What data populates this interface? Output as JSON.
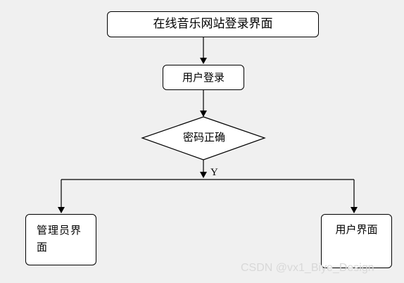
{
  "diagram": {
    "title_node": "在线音乐网站登录界面",
    "login_node": "用户登录",
    "decision_node": "密码正确",
    "branch_label": "Y",
    "admin_node": "管理员界面",
    "user_node": "用户界面"
  },
  "watermark": {
    "text": "CSDN @vx1_Biye_Design"
  },
  "colors": {
    "background": "#f0f0f0",
    "box_fill": "#ffffff",
    "stroke": "#000000"
  }
}
